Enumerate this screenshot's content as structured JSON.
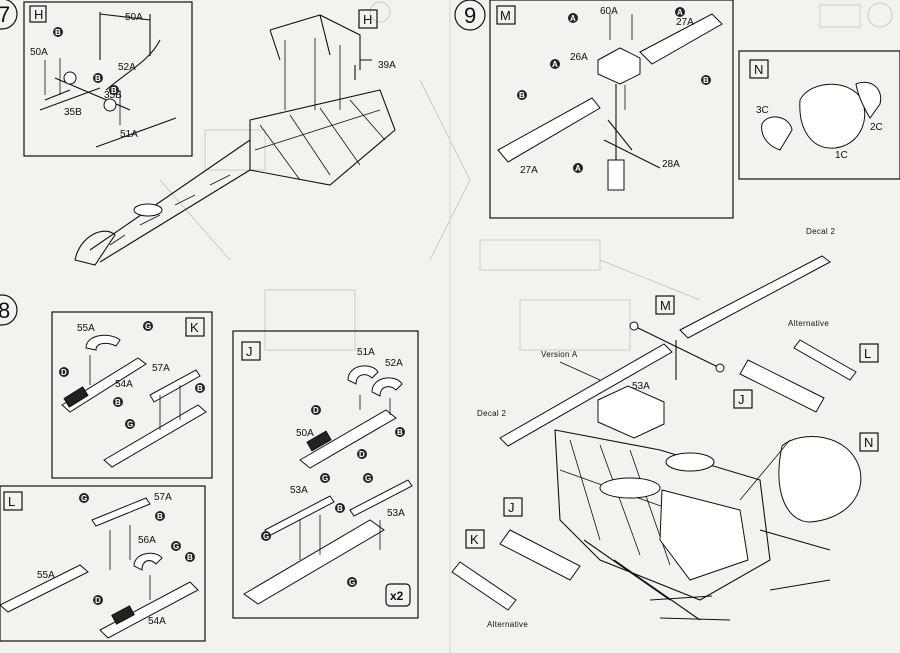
{
  "steps": {
    "s7": "7",
    "s8": "8",
    "s9": "9"
  },
  "boxes": {
    "h_inset": "H",
    "h_main": "H",
    "k": "K",
    "j": "J",
    "l_left": "L",
    "m_inset": "M",
    "n_inset": "N",
    "m_main": "M",
    "l_main": "L",
    "j_main": "J",
    "k_main": "K",
    "n_main": "N"
  },
  "markers": {
    "a": "A",
    "b": "B",
    "g": "G",
    "d": "D"
  },
  "parts": {
    "p50a_top": "50A",
    "p50a_left": "50A",
    "p52a_h": "52A",
    "p35b_l": "35B",
    "p35b_r": "35B",
    "p51a_h": "51A",
    "p39a": "39A",
    "p55a": "55A",
    "p54a_k": "54A",
    "p57a_k": "57A",
    "p51a_j": "51A",
    "p52a_j": "52A",
    "p50a_j": "50A",
    "p53a_jl": "53A",
    "p53a_jr": "53A",
    "p57a_l": "57A",
    "p56a": "56A",
    "p55a_l": "55A",
    "p54a_l": "54A",
    "p60a": "60A",
    "p27a_tr": "27A",
    "p26a": "26A",
    "p27a_bl": "27A",
    "p28a": "28A",
    "p3c": "3C",
    "p2c": "2C",
    "p1c": "1C",
    "p53a_main": "53A"
  },
  "notes": {
    "x2": "x2",
    "decal2_top": "Decal 2",
    "decal2_left": "Decal 2",
    "version_a": "Version A",
    "alternative_top": "Alternative",
    "alternative_bottom": "Alternative"
  }
}
